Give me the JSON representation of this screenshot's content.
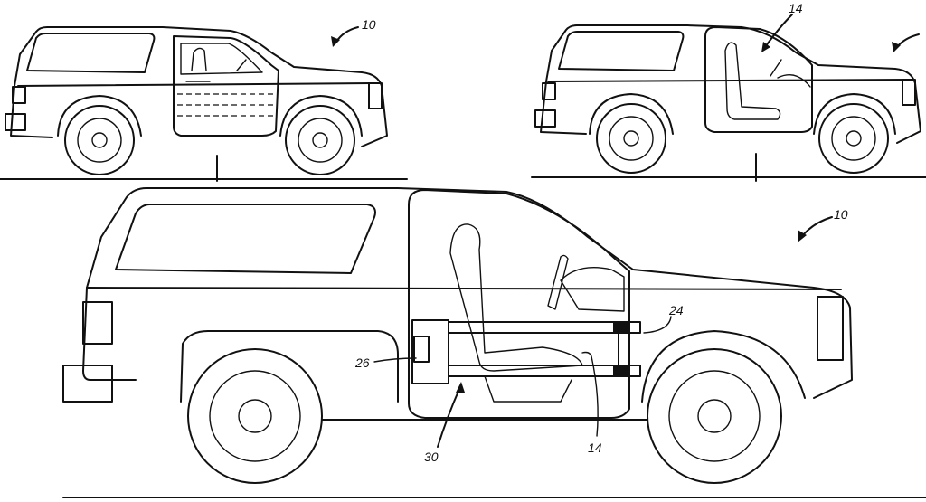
{
  "figure": {
    "labels": {
      "ref_10_top_left": "10",
      "ref_14_top_right": "14",
      "ref_10_main": "10",
      "ref_24": "24",
      "ref_26": "26",
      "ref_30": "30",
      "ref_14_main": "14"
    }
  }
}
